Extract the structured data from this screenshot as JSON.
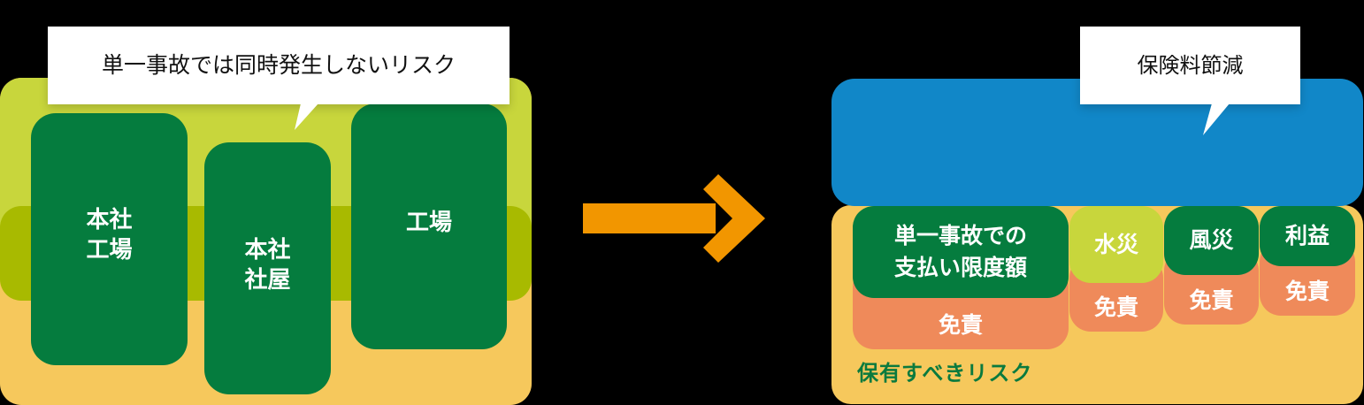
{
  "colors": {
    "background": "#000000",
    "retained_yellow": "#f6c85c",
    "lime": "#c8d63c",
    "olive": "#a8ba00",
    "dark_green": "#057c3e",
    "blue": "#1187c8",
    "salmon": "#ef8a5a",
    "arrow_orange": "#f29600",
    "label_green": "#0a7a3e"
  },
  "left": {
    "callout": "単一事故では同時発生しないリスク",
    "buildings": [
      {
        "lines": [
          "本社",
          "工場"
        ]
      },
      {
        "lines": [
          "本社",
          "社屋"
        ]
      },
      {
        "lines": [
          "工場"
        ]
      }
    ]
  },
  "arrow": {
    "icon": "arrow-right-icon",
    "direction": "right"
  },
  "right": {
    "callout": "保険料節減",
    "columns": [
      {
        "cover_lines": [
          "単一事故での",
          "支払い限度額"
        ],
        "cover_color": "dark_green",
        "deductible": "免責"
      },
      {
        "cover_lines": [
          "水災"
        ],
        "cover_color": "lime",
        "deductible": "免責"
      },
      {
        "cover_lines": [
          "風災"
        ],
        "cover_color": "dark_green",
        "deductible": "免責"
      },
      {
        "cover_lines": [
          "利益"
        ],
        "cover_color": "dark_green",
        "deductible": "免責"
      }
    ],
    "retained_label": "保有すべきリスク"
  }
}
